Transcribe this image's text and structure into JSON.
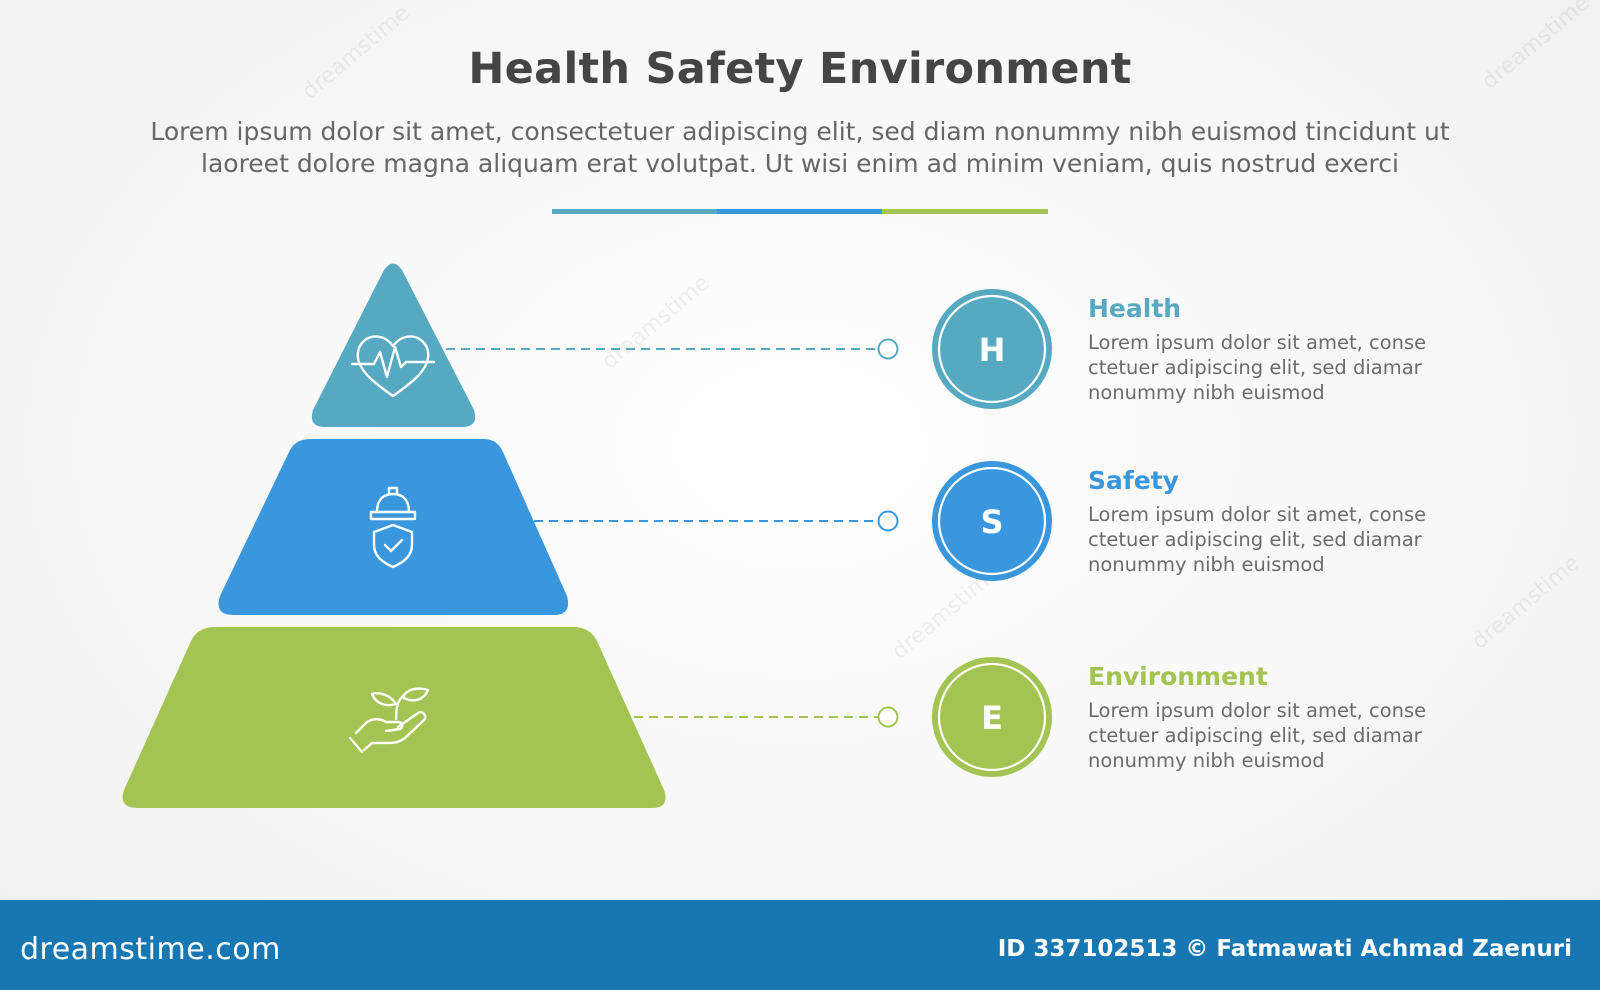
{
  "title": "Health Safety Environment",
  "subtitle_lines": [
    "Lorem ipsum dolor sit amet, consectetuer adipiscing elit, sed diam nonummy nibh euismod tincidunt ut",
    "laoreet dolore magna aliquam erat volutpat. Ut wisi enim ad minim veniam, quis nostrud exerci"
  ],
  "colors": {
    "health": "#56a9c1",
    "safety": "#3a97dd",
    "environment": "#a3c352"
  },
  "items": [
    {
      "key": "health",
      "letter": "H",
      "title": "Health",
      "icon": "heart-pulse-icon",
      "desc_lines": [
        "Lorem ipsum dolor sit amet, conse",
        "ctetuer adipiscing elit, sed diamar",
        "nonummy nibh euismod"
      ]
    },
    {
      "key": "safety",
      "letter": "S",
      "title": "Safety",
      "icon": "hardhat-shield-icon",
      "desc_lines": [
        "Lorem ipsum dolor sit amet, conse",
        "ctetuer adipiscing elit, sed diamar",
        "nonummy nibh euismod"
      ]
    },
    {
      "key": "environment",
      "letter": "E",
      "title": "Environment",
      "icon": "hand-plant-icon",
      "desc_lines": [
        "Lorem ipsum dolor sit amet, conse",
        "ctetuer adipiscing elit, sed diamar",
        "nonummy nibh euismod"
      ]
    }
  ],
  "footer": {
    "logo": "dreamstime.com",
    "credit": "ID 337102513 © Fatmawati  Achmad Zaenuri"
  },
  "watermark": "dreamstime"
}
